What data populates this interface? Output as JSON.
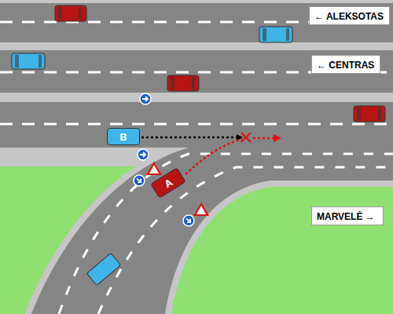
{
  "diagram": {
    "nodes": [
      {
        "text": [
          "← ALEKSOTAS"
        ]
      },
      {
        "text": [
          "← CENTRAS"
        ]
      },
      {
        "text": [
          "B"
        ]
      },
      {
        "text": [
          "A"
        ]
      },
      {
        "text": [
          "MARVELĖ →"
        ]
      }
    ]
  }
}
